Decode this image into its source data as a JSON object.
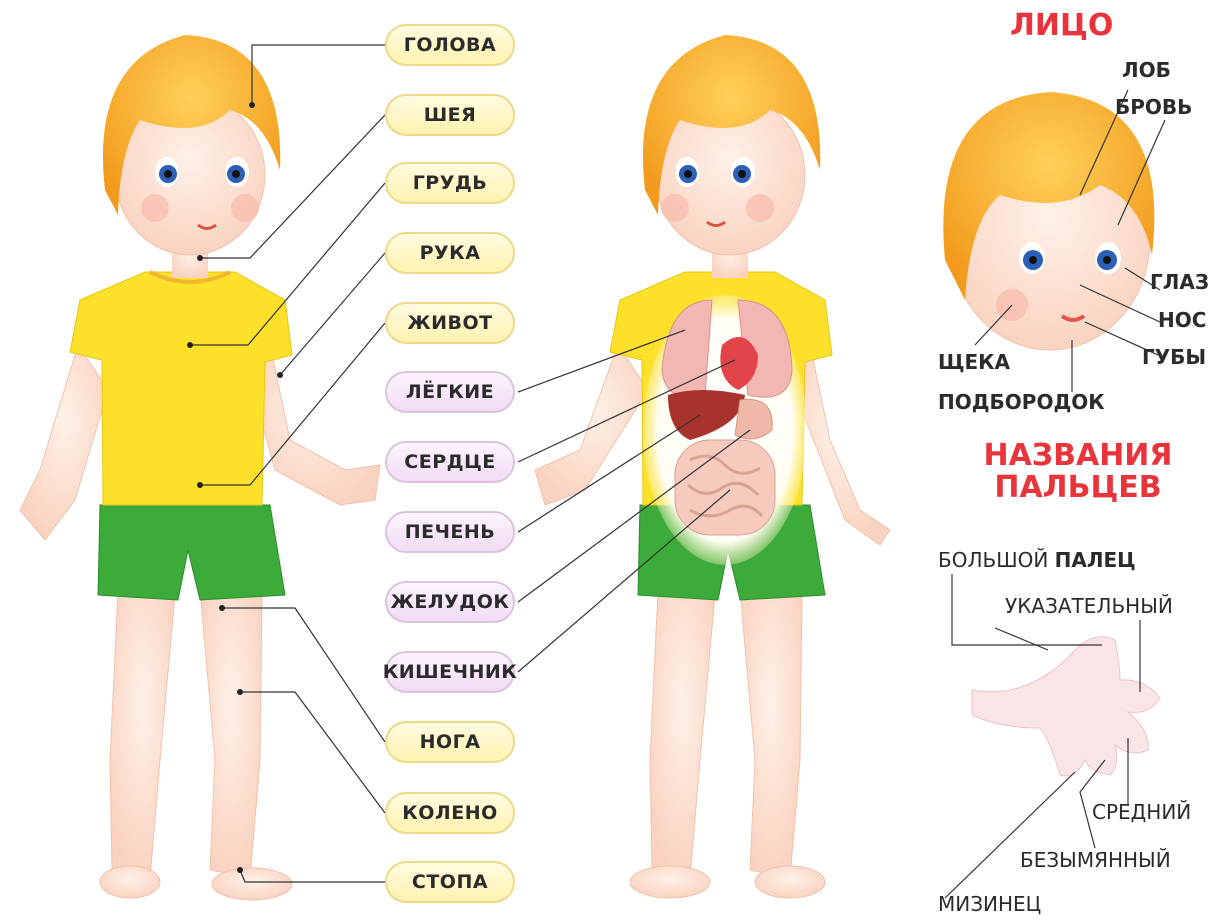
{
  "body_labels": [
    "ГОЛОВА",
    "ШЕЯ",
    "ГРУДЬ",
    "РУКА",
    "ЖИВОТ",
    "ЛЁГКИЕ",
    "СЕРДЦЕ",
    "ПЕЧЕНЬ",
    "ЖЕЛУДОК",
    "КИШЕЧНИК",
    "НОГА",
    "КОЛЕНО",
    "СТОПА"
  ],
  "face": {
    "heading": "ЛИЦО",
    "forehead": "ЛОБ",
    "eyebrow": "БРОВЬ",
    "eye": "ГЛАЗ",
    "nose": "НОС",
    "lips": "ГУБЫ",
    "cheek": "ЩЕКА",
    "chin": "ПОДБОРОДОК"
  },
  "fingers": {
    "heading_line1": "НАЗВАНИЯ",
    "heading_line2": "ПАЛЬЦЕВ",
    "thumb": "БОЛЬШОЙ",
    "thumb_suffix": "ПАЛЕЦ",
    "index": "УКАЗАТЕЛЬНЫЙ",
    "middle": "СРЕДНИЙ",
    "ring": "БЕЗЫМЯННЫЙ",
    "little": "МИЗИНЕЦ"
  },
  "colors": {
    "hair": "#f6a623",
    "skin": "#fde3d3",
    "shirt": "#fde02a",
    "shorts": "#3cab3a",
    "heading_red": "#e8343b",
    "pill_yellow": "#fff3b0",
    "pill_purple": "#f1dcf3"
  }
}
